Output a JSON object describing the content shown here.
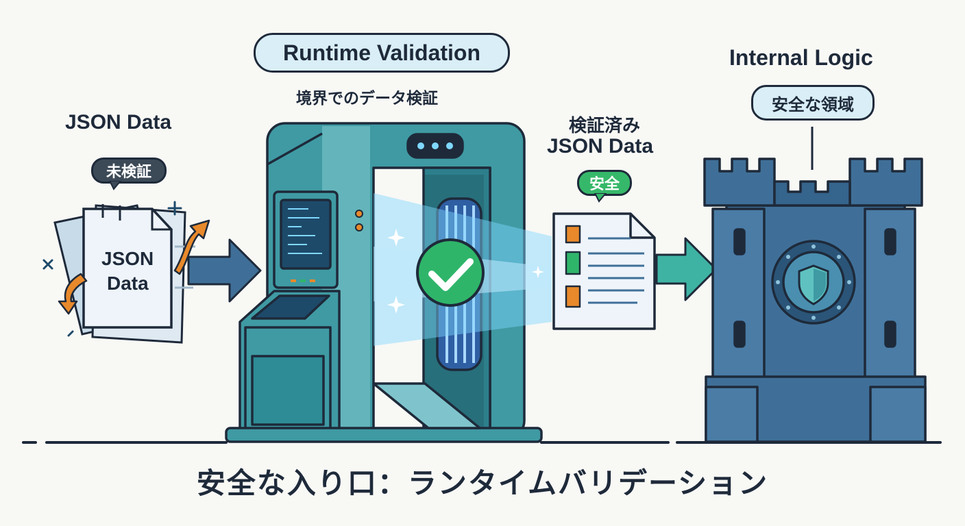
{
  "input": {
    "heading": "JSON Data",
    "badge": "未検証",
    "document_text_line1": "JSON",
    "document_text_line2": "Data"
  },
  "gate": {
    "title": "Runtime Validation",
    "subtitle": "境界でのデータ検証"
  },
  "output": {
    "heading_line1": "検証済み",
    "heading_line2": "JSON Data",
    "badge": "安全"
  },
  "castle": {
    "title": "Internal Logic",
    "badge": "安全な領域"
  },
  "caption": "安全な入り口：ランタイムバリデーション",
  "colors": {
    "outline": "#1e2a3a",
    "gate_teal": "#3f9aa3",
    "castle_blue": "#3f6f98",
    "check_green": "#2fb56a",
    "arrow_orange": "#e8892b",
    "pill_light_blue": "#d9eef6",
    "unverified_badge": "#3c4a57",
    "safe_badge": "#36b86a"
  }
}
